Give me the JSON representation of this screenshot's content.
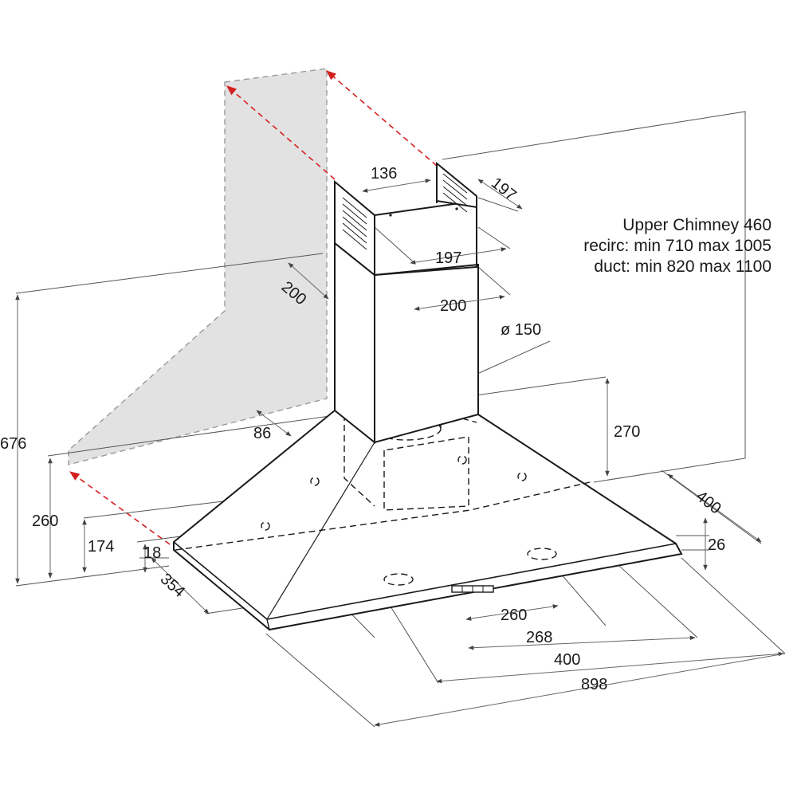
{
  "diagram": {
    "note": {
      "line1": "Upper Chimney 460",
      "line2": "recirc: min 710 max 1005",
      "line3": "duct: min 820 max 1100"
    },
    "dimensions": {
      "chimney_top_width": "136",
      "chimney_top_depth": "197",
      "upper_chimney_width": "197",
      "lower_chimney_depth": "200",
      "lower_chimney_width": "200",
      "duct_diameter": "ø 150",
      "wall_offset": "86",
      "hood_body_height": "270",
      "hood_depth_right": "400",
      "rim_height": "26",
      "total_height": "676",
      "fixing_height_260": "260",
      "fixing_height_174": "174",
      "rim_offset_18": "18",
      "side_depth": "354",
      "fixing_spacing_260": "260",
      "fixing_spacing_268": "268",
      "front_width_400": "400",
      "total_width": "898"
    }
  }
}
